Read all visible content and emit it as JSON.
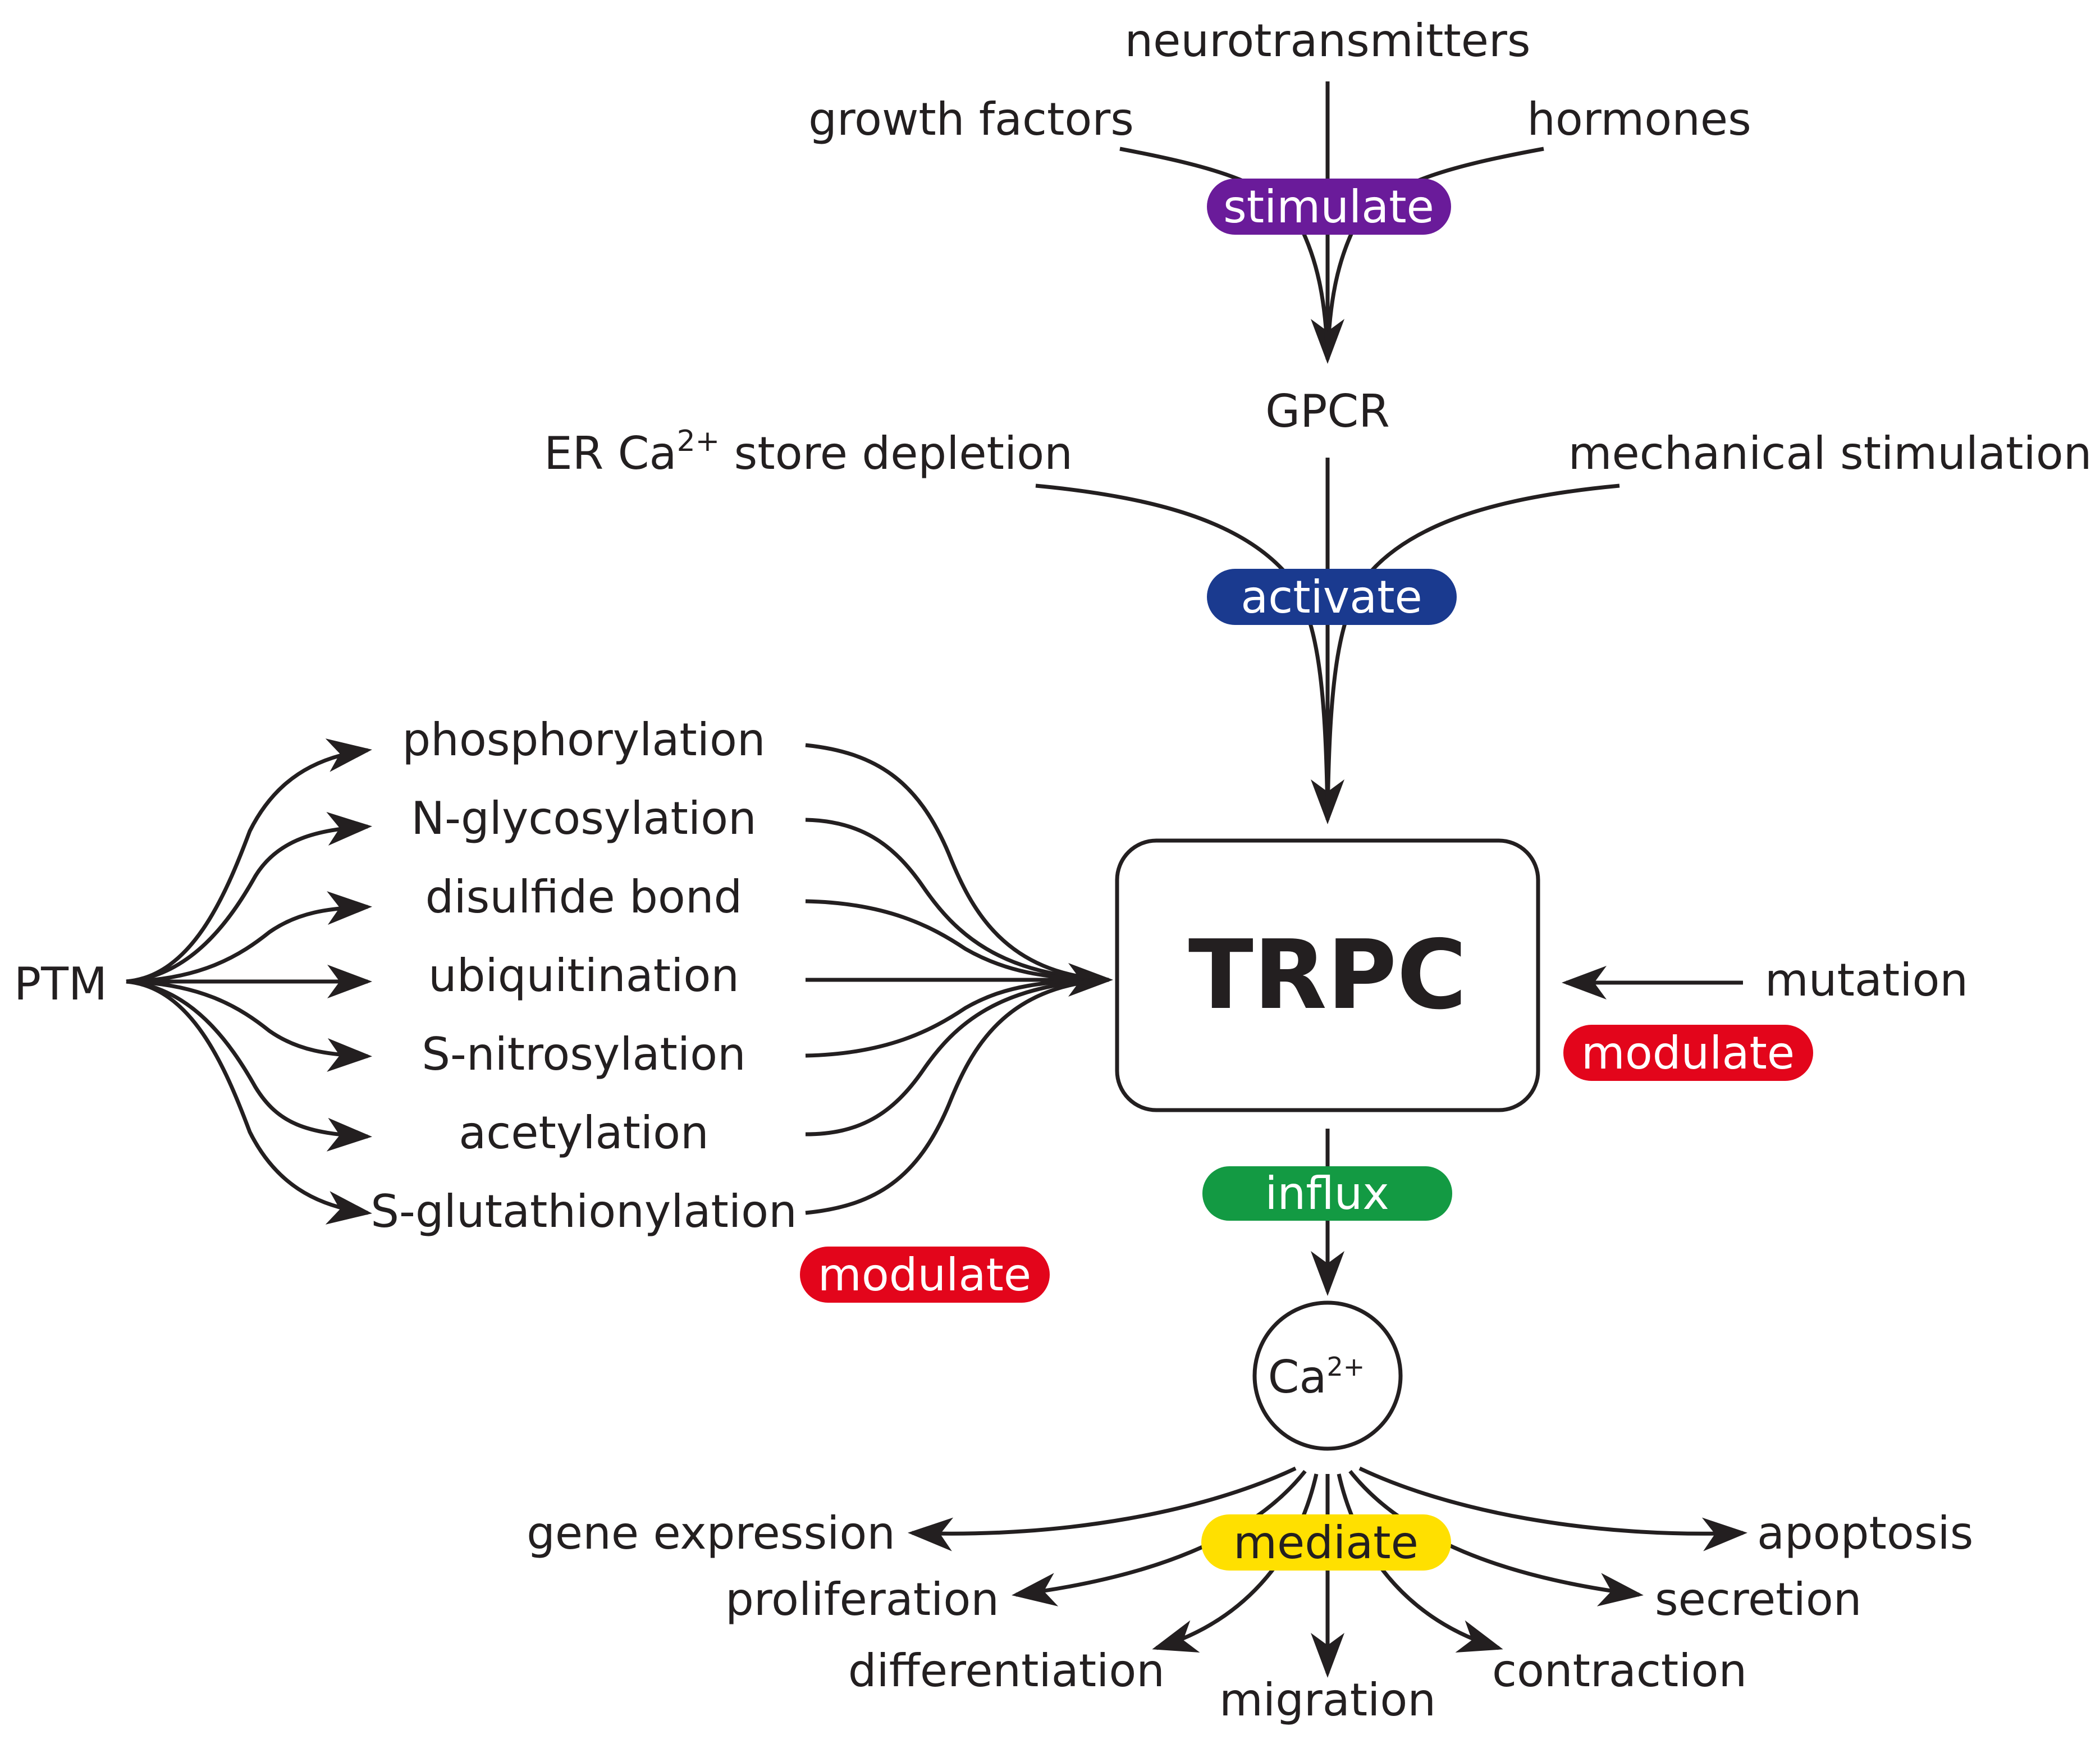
{
  "inputs_top": {
    "neurotransmitters": "neurotransmitters",
    "growth_factors": "growth factors",
    "hormones": "hormones"
  },
  "stimulate_label": "stimulate",
  "gpcr": "GPCR",
  "er_store": {
    "prefix": "ER Ca",
    "superscript": "2+",
    "suffix": " store depletion"
  },
  "mechanical": "mechanical stimulation",
  "activate_label": "activate",
  "center": "TRPC",
  "ptm": {
    "label": "PTM",
    "items": [
      "phosphorylation",
      "N-glycosylation",
      "disulfide bond",
      "ubiquitination",
      "S-nitrosylation",
      "acetylation",
      "S-glutathionylation"
    ],
    "modulate_label": "modulate"
  },
  "mutation": {
    "label": "mutation",
    "modulate_label": "modulate"
  },
  "influx_label": "influx",
  "calcium": {
    "base": "Ca",
    "superscript": "2+"
  },
  "mediate_label": "mediate",
  "outputs": {
    "gene_expression": "gene expression",
    "apoptosis": "apoptosis",
    "proliferation": "proliferation",
    "secretion": "secretion",
    "differentiation": "differentiation",
    "contraction": "contraction",
    "migration": "migration"
  },
  "colors": {
    "stimulate": "#6a1b9a",
    "activate": "#1a3a8f",
    "modulate": "#e3051b",
    "influx": "#139a43",
    "mediate": "#ffe000",
    "ink": "#231f20"
  }
}
